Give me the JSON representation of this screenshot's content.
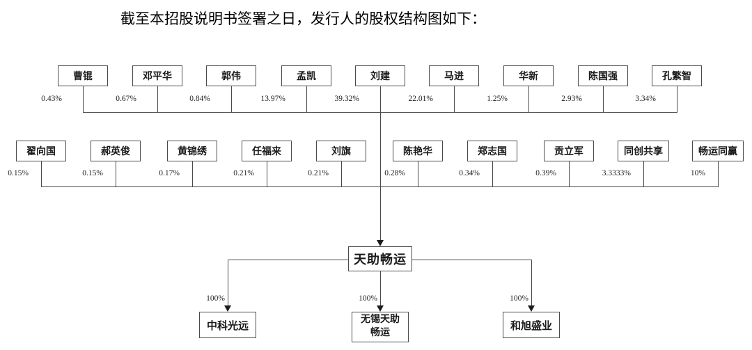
{
  "caption": "截至本招股说明书签署之日，发行人的股权结构图如下：",
  "issuer": {
    "name": "天助畅运"
  },
  "row1": [
    {
      "name": "曹锟",
      "pct": "0.43%"
    },
    {
      "name": "邓平华",
      "pct": "0.67%"
    },
    {
      "name": "郭伟",
      "pct": "0.84%"
    },
    {
      "name": "孟凯",
      "pct": "13.97%"
    },
    {
      "name": "刘建",
      "pct": "39.32%"
    },
    {
      "name": "马进",
      "pct": "22.01%"
    },
    {
      "name": "华新",
      "pct": "1.25%"
    },
    {
      "name": "陈国强",
      "pct": "2.93%"
    },
    {
      "name": "孔繁智",
      "pct": "3.34%"
    }
  ],
  "row2": [
    {
      "name": "翟向国",
      "pct": "0.15%"
    },
    {
      "name": "郝英俊",
      "pct": "0.15%"
    },
    {
      "name": "黄锦绣",
      "pct": "0.17%"
    },
    {
      "name": "任福来",
      "pct": "0.21%"
    },
    {
      "name": "刘旗",
      "pct": "0.21%"
    },
    {
      "name": "陈艳华",
      "pct": "0.28%"
    },
    {
      "name": "郑志国",
      "pct": "0.34%"
    },
    {
      "name": "贡立军",
      "pct": "0.39%"
    },
    {
      "name": "同创共享",
      "pct": "3.3333%"
    },
    {
      "name": "畅运同赢",
      "pct": "10%"
    }
  ],
  "subsidiaries": [
    {
      "name": "中科光远",
      "lines": [
        "中科光远"
      ],
      "pct": "100%"
    },
    {
      "name": "无锡天助畅运",
      "lines": [
        "无锡天助",
        "畅运"
      ],
      "pct": "100%"
    },
    {
      "name": "和旭盛业",
      "lines": [
        "和旭盛业"
      ],
      "pct": "100%"
    }
  ],
  "colors": {
    "line": "#4a4a4a",
    "arrow": "#1c1c1c",
    "text": "#141414",
    "background": "#ffffff"
  }
}
